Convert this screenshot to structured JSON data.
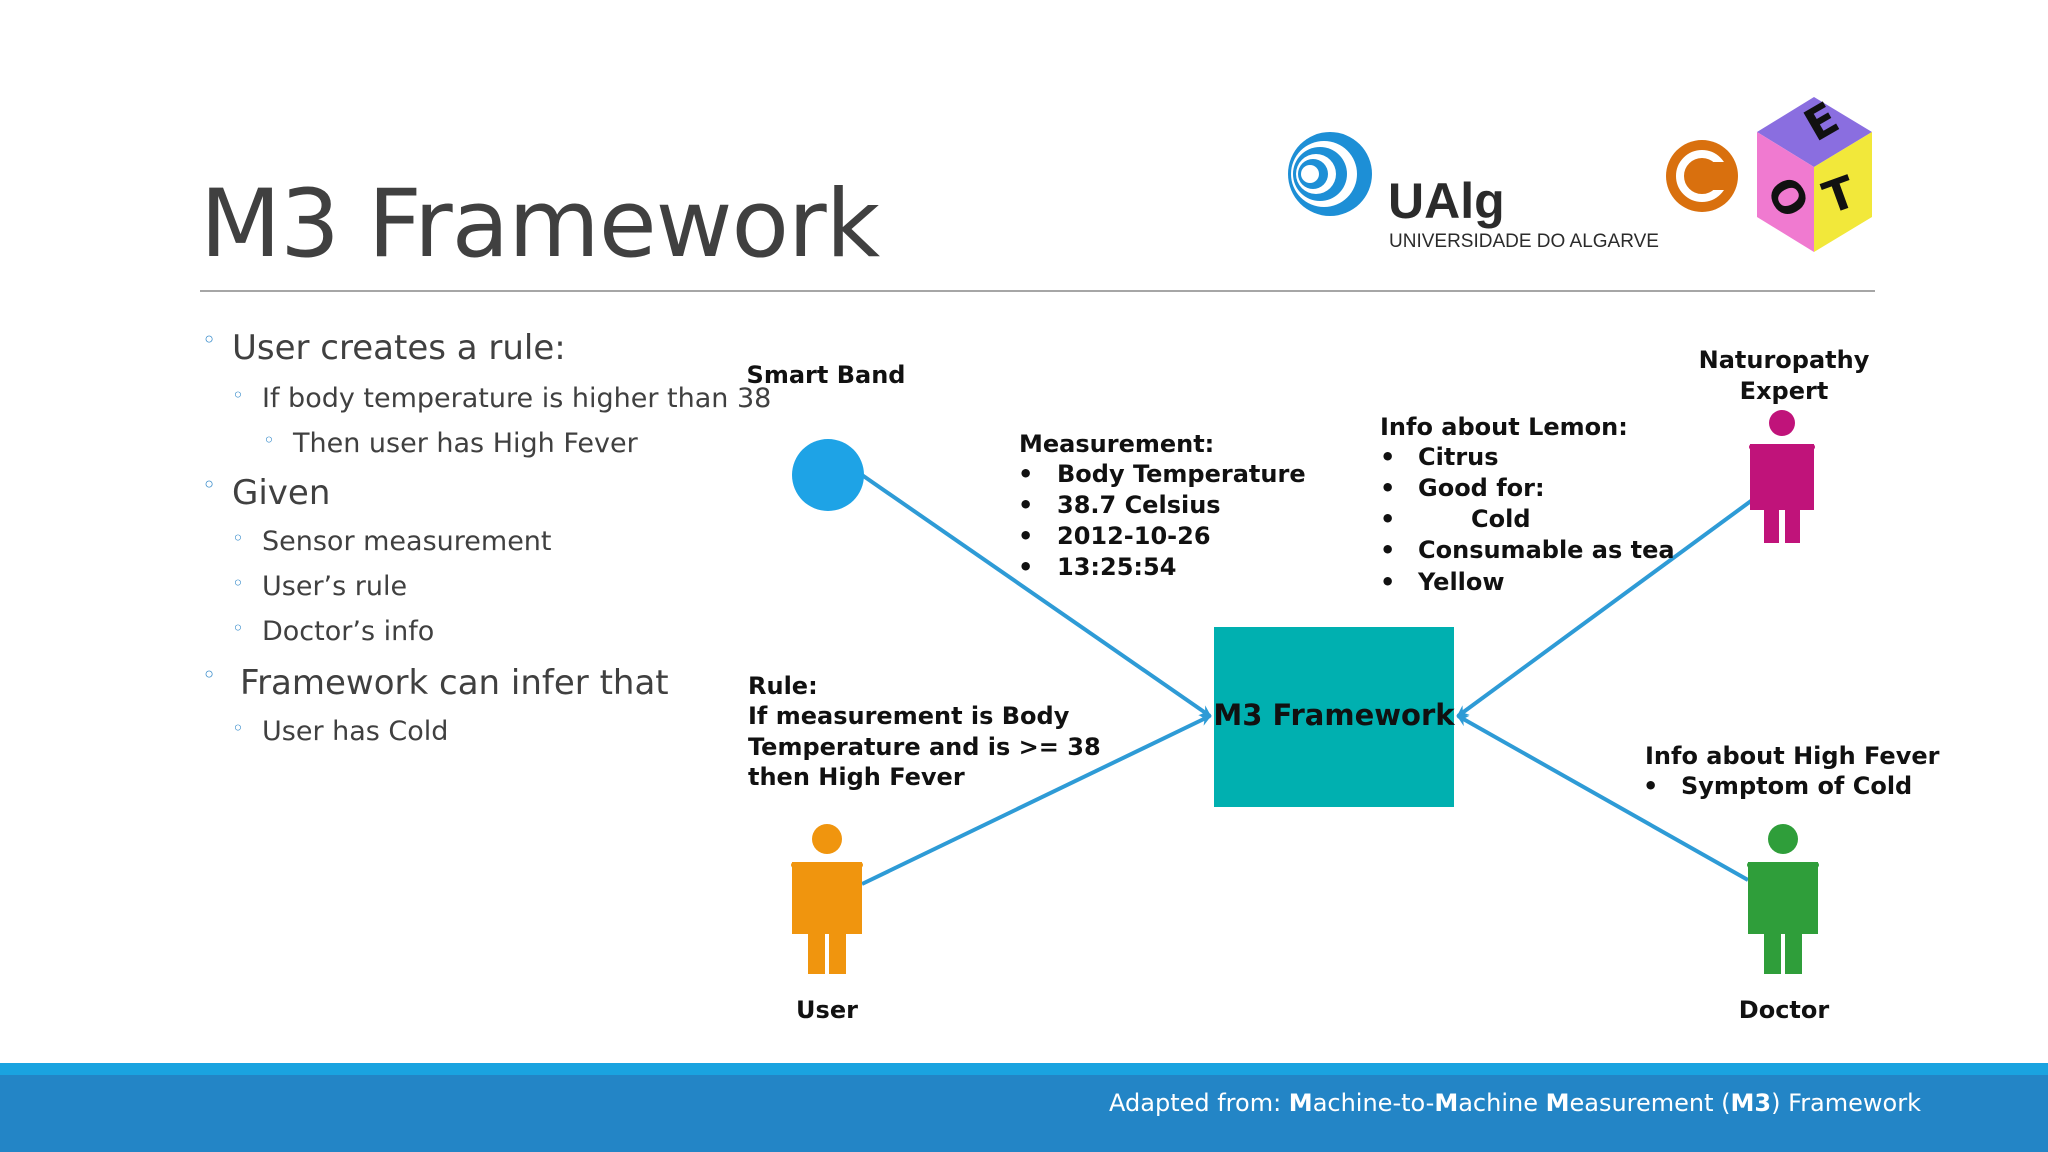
{
  "slide": {
    "title": "M3 Framework"
  },
  "logos": {
    "ualg_name": "UAlg",
    "ualg_subtitle": "UNIVERSIDADE DO ALGARVE",
    "ceot_letters": [
      "C",
      "E",
      "O",
      "T"
    ]
  },
  "bullets": [
    {
      "level": 1,
      "text": "User creates a rule:"
    },
    {
      "level": 2,
      "text": "If body temperature is higher than 38"
    },
    {
      "level": 3,
      "text": "Then user has High Fever"
    },
    {
      "level": 1,
      "text": "Given"
    },
    {
      "level": 2,
      "text": "Sensor measurement"
    },
    {
      "level": 2,
      "text": "User’s rule"
    },
    {
      "level": 2,
      "text": "Doctor’s info"
    },
    {
      "level": 1,
      "text": "Framework can infer that"
    },
    {
      "level": 2,
      "text": "User has Cold"
    }
  ],
  "diagram": {
    "center_label": "M3 Framework",
    "smart_band_label": "Smart Band",
    "user_label": "User",
    "naturopathy_label_line1": "Naturopathy",
    "naturopathy_label_line2": "Expert",
    "doctor_label": "Doctor",
    "measurement_title": "Measurement:",
    "measurement_items": [
      "Body Temperature",
      "38.7 Celsius",
      "2012-10-26",
      "13:25:54"
    ],
    "lemon_title": "Info about Lemon:",
    "lemon_items": [
      "Citrus",
      "Good for:",
      "Cold",
      "Consumable as tea",
      "Yellow"
    ],
    "rule_lines": [
      "Rule:",
      "If measurement is Body",
      "Temperature and is >= 38",
      "then High Fever"
    ],
    "fever_title": "Info about High Fever",
    "fever_items": [
      "Symptom of Cold"
    ],
    "colors": {
      "center_box": "#00b0b0",
      "arrow": "#2e9bd6",
      "smart_band": "#1ea3e6",
      "user": "#f0950e",
      "naturopathy": "#c0137a",
      "doctor": "#2f9e3a"
    }
  },
  "footer": {
    "prefix": "Adapted from: ",
    "parts": [
      {
        "bold": "M",
        "text": "achine-to-"
      },
      {
        "bold": "M",
        "text": "achine "
      },
      {
        "bold": "M",
        "text": "easurement ("
      },
      {
        "bold": "M3",
        "text": ") Framework"
      }
    ]
  }
}
